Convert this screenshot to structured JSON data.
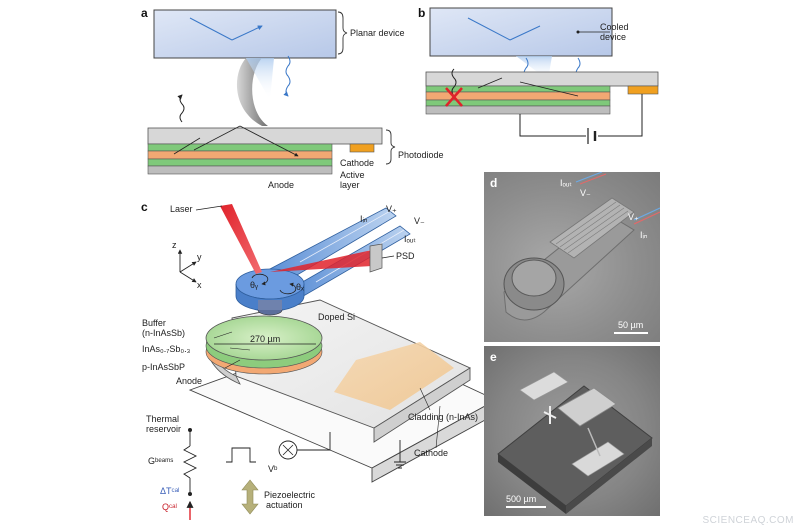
{
  "panels": {
    "a": "a",
    "b": "b",
    "c": "c",
    "d": "d",
    "e": "e"
  },
  "panel_a": {
    "planar_device": "Planar device",
    "photodiode": "Photodiode",
    "cathode": "Cathode",
    "active_layer_1": "Active",
    "active_layer_2": "layer",
    "anode": "Anode"
  },
  "panel_b": {
    "cooled_device_1": "Cooled",
    "cooled_device_2": "device"
  },
  "panel_c": {
    "laser": "Laser",
    "psd": "PSD",
    "v_plus": "V₊",
    "v_minus": "V₋",
    "i_in": "Iᵢₙ",
    "i_out": "Iₒᵤₜ",
    "theta_y": "θᵧ",
    "theta_x": "θₓ",
    "axis_z": "z",
    "axis_y": "y",
    "axis_x": "x",
    "doped_si": "Doped Si",
    "width": "270 µm",
    "buffer_1": "Buffer",
    "buffer_2": "(n-InAsSb)",
    "inassb": "InAs₀.₇Sb₀.₃",
    "p_inassbp": "p-InAsSbP",
    "anode": "Anode",
    "thermal_reservoir_1": "Thermal",
    "thermal_reservoir_2": "reservoir",
    "g_beams": "Gᵇᵉᵃᵐˢ",
    "delta_t": "ΔTᶜᵃˡ",
    "q_cal": "Qᶜᵃˡ",
    "v_b": "Vᵇ",
    "piezo_1": "Piezoelectric",
    "piezo_2": "actuation",
    "cladding": "Cladding (n-InAs)",
    "cathode": "Cathode"
  },
  "panel_d": {
    "scale": "50 µm",
    "i_out": "Iₒᵤₜ",
    "v_minus": "V₋",
    "v_plus": "V₊",
    "i_in": "Iᵢₙ"
  },
  "panel_e": {
    "scale": "500 µm"
  },
  "credit": "SCIENCEAQ.COM",
  "colors": {
    "device_blue": "#c9d7ef",
    "layer_grey": "#d4d4d4",
    "layer_green": "#7fc97a",
    "layer_orange": "#f2a873",
    "contact_orange": "#f0a020",
    "laser_red": "#e0232b",
    "psd_grey": "#c8c8c8"
  }
}
